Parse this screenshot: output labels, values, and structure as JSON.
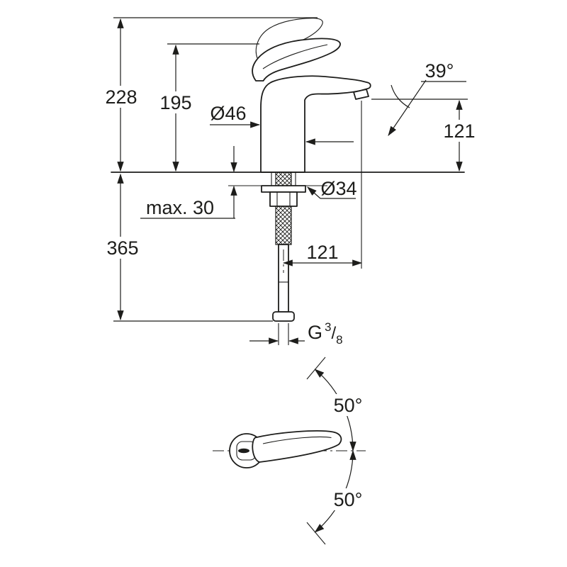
{
  "drawing": {
    "side_view": {
      "dim_total_height": "228",
      "dim_body_height": "195",
      "dia_body": "Ø46",
      "angle_spray": "39°",
      "dim_spout_height": "121",
      "dim_max_thickness": "max. 30",
      "dia_hole": "Ø34",
      "dim_below_counter": "365",
      "dim_spout_reach": "121",
      "thread_letter": "G",
      "thread_numerator": "3",
      "thread_slash": "/",
      "thread_denominator": "8"
    },
    "top_view": {
      "angle_swing_up": "50°",
      "angle_swing_down": "50°"
    }
  },
  "colors": {
    "line": "#1d1d1b",
    "background": "#ffffff"
  }
}
